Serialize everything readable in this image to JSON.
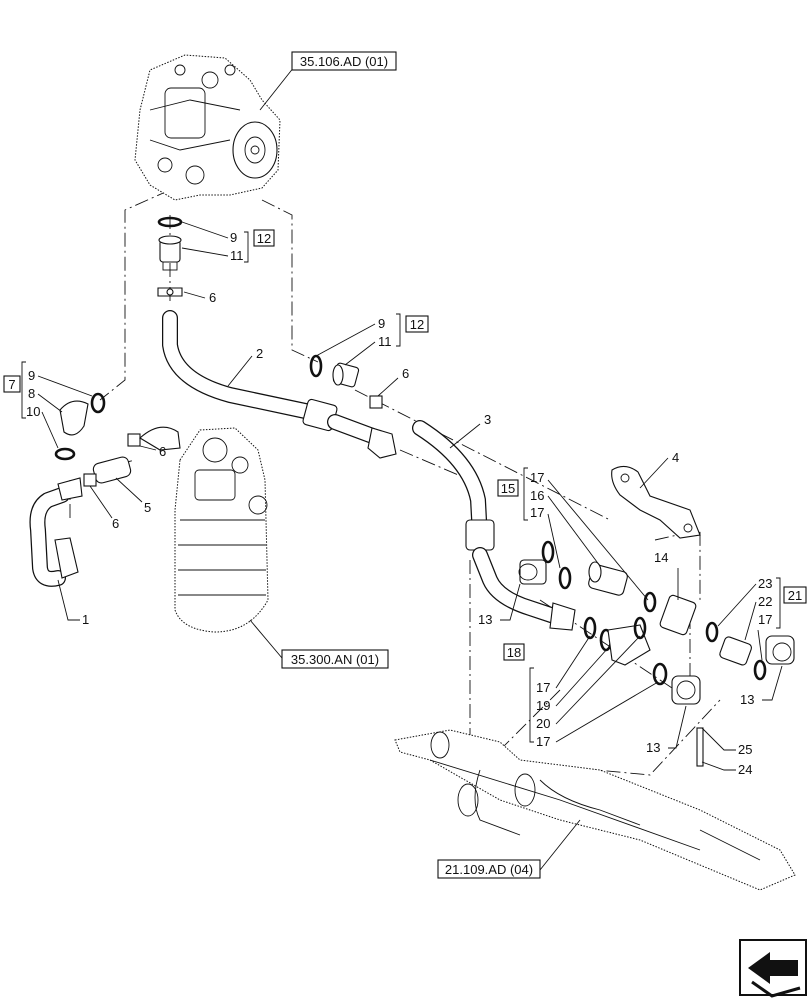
{
  "diagram": {
    "references": {
      "pump": "35.106.AD (01)",
      "filter": "35.300.AN (01)",
      "manifold": "21.109.AD (04)"
    },
    "callouts": {
      "c1": "1",
      "c2": "2",
      "c3": "3",
      "c4": "4",
      "c5": "5",
      "c6": "6",
      "c7": "7",
      "c8": "8",
      "c9": "9",
      "c10": "10",
      "c11": "11",
      "c12": "12",
      "c13": "13",
      "c14": "14",
      "c15": "15",
      "c16": "16",
      "c17": "17",
      "c18": "18",
      "c19": "19",
      "c20": "20",
      "c21": "21",
      "c22": "22",
      "c23": "23",
      "c24": "24",
      "c25": "25"
    },
    "nav_icon": "next-page-arrow-icon"
  }
}
